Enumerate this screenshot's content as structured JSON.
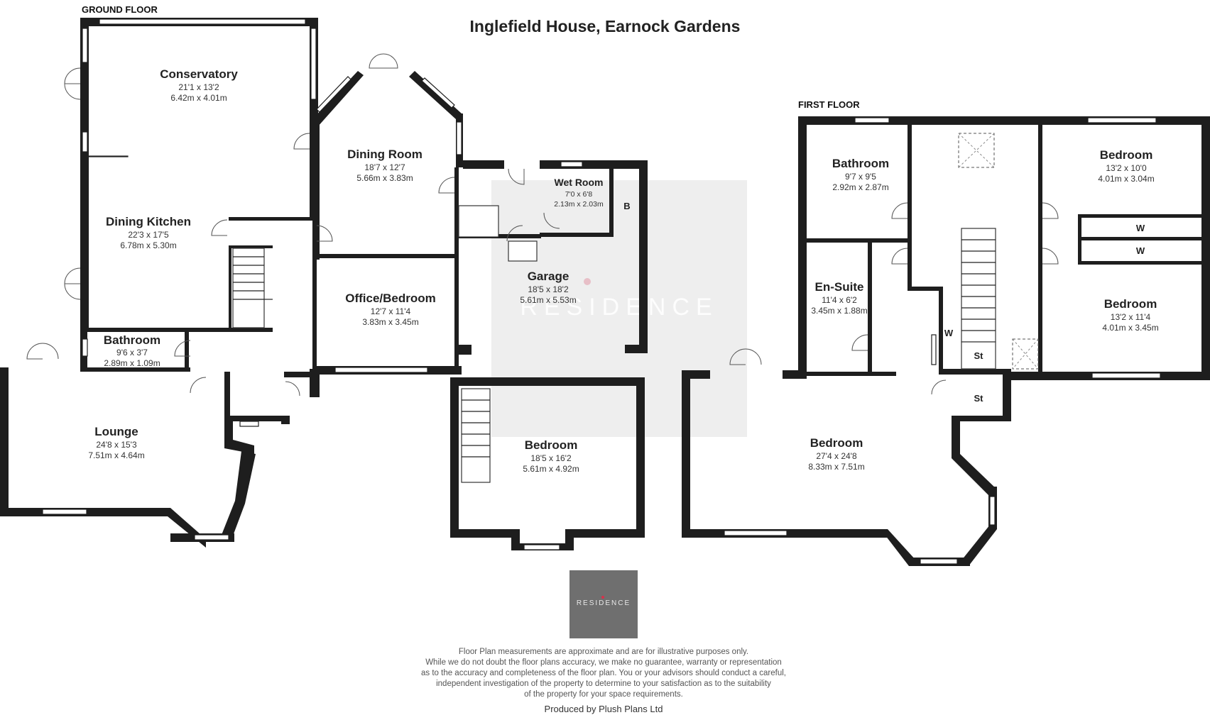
{
  "title": "Inglefield House, Earnock Gardens",
  "ground_floor": {
    "label": "GROUND FLOOR",
    "rooms": [
      {
        "name": "Conservatory",
        "imperial": "21'1 x 13'2",
        "metric": "6.42m x 4.01m"
      },
      {
        "name": "Dining Room",
        "imperial": "18'7 x 12'7",
        "metric": "5.66m x 3.83m"
      },
      {
        "name": "Dining Kitchen",
        "imperial": "22'3 x 17'5",
        "metric": "6.78m x 5.30m"
      },
      {
        "name": "Wet Room",
        "imperial": "7'0 x 6'8",
        "metric": "2.13m x 2.03m"
      },
      {
        "name": "Garage",
        "imperial": "18'5 x 18'2",
        "metric": "5.61m x 5.53m"
      },
      {
        "name": "Office/Bedroom",
        "imperial": "12'7 x 11'4",
        "metric": "3.83m x 3.45m"
      },
      {
        "name": "Bathroom",
        "imperial": "9'6 x 3'7",
        "metric": "2.89m x 1.09m"
      },
      {
        "name": "Lounge",
        "imperial": "24'8 x 15'3",
        "metric": "7.51m x 4.64m"
      },
      {
        "name": "Bedroom",
        "imperial": "18'5 x 16'2",
        "metric": "5.61m x 4.92m"
      }
    ],
    "marks": {
      "boiler": "B"
    }
  },
  "first_floor": {
    "label": "FIRST FLOOR",
    "rooms": [
      {
        "name": "Bathroom",
        "imperial": "9'7 x 9'5",
        "metric": "2.92m x 2.87m"
      },
      {
        "name": "Bedroom",
        "imperial": "13'2 x 10'0",
        "metric": "4.01m x 3.04m"
      },
      {
        "name": "En-Suite",
        "imperial": "11'4 x 6'2",
        "metric": "3.45m x 1.88m"
      },
      {
        "name": "Bedroom",
        "imperial": "13'2 x 11'4",
        "metric": "4.01m x 3.45m"
      },
      {
        "name": "Bedroom",
        "imperial": "27'4 x 24'8",
        "metric": "8.33m x 7.51m"
      }
    ],
    "marks": {
      "wardrobe": "W",
      "store": "St"
    }
  },
  "watermark": {
    "text": "RESIDENCE"
  },
  "logo": {
    "text": "RESIDENCE"
  },
  "disclaimer": [
    "Floor Plan measurements are approximate and are for illustrative purposes only.",
    "While we do not doubt the floor plans accuracy, we make no guarantee, warranty or representation",
    "as to the accuracy and completeness of the floor plan. You or your advisors should conduct a careful,",
    "independent investigation of the property to determine to your satisfaction as to the suitability",
    "of the property for your space requirements."
  ],
  "credit": "Produced by Plush Plans Ltd"
}
